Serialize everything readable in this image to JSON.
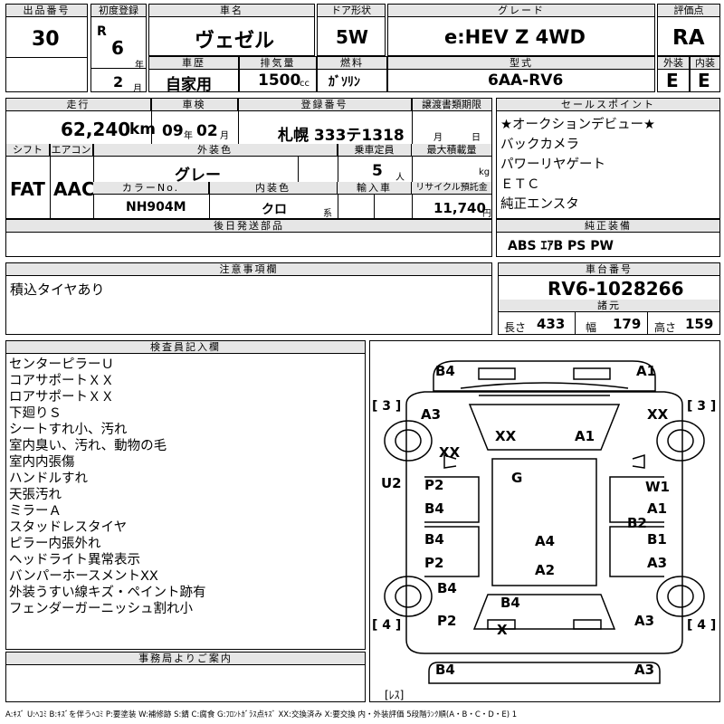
{
  "lot": {
    "label": "出品番号",
    "value": "30"
  },
  "first_reg": {
    "label": "初度登録",
    "era": "R",
    "year": "6",
    "year_unit": "年",
    "month": "2",
    "month_unit": "月"
  },
  "car_name": {
    "label": "車名",
    "value": "ヴェゼル"
  },
  "door": {
    "label": "ドア形状",
    "value": "5W"
  },
  "grade": {
    "label": "グレード",
    "value": "e:HEV Z 4WD"
  },
  "score": {
    "label": "評価点",
    "value": "RA"
  },
  "history": {
    "label": "車歴",
    "value": "自家用"
  },
  "displacement": {
    "label": "排気量",
    "value": "1500",
    "unit": "cc"
  },
  "fuel": {
    "label": "燃料",
    "value": "ｶﾞｿﾘﾝ"
  },
  "model": {
    "label": "型式",
    "value": "6AA-RV6"
  },
  "exterior_grade": {
    "label": "外装",
    "value": "E"
  },
  "interior_grade": {
    "label": "内装",
    "value": "E"
  },
  "mileage": {
    "label": "走行",
    "value": "62,240",
    "unit": "km"
  },
  "inspection": {
    "label": "車検",
    "year": "09",
    "year_unit": "年",
    "month": "02",
    "month_unit": "月"
  },
  "registration": {
    "label": "登録番号",
    "value": "札幌 333テ1318"
  },
  "transfer_deadline": {
    "label": "譲渡書類期限",
    "month_unit": "月",
    "day_unit": "日"
  },
  "shift": {
    "label": "シフト",
    "value": "FAT"
  },
  "aircon": {
    "label": "エアコン",
    "value": "AAC"
  },
  "ext_color": {
    "label": "外装色",
    "value": "グレー"
  },
  "capacity": {
    "label": "乗車定員",
    "value": "5",
    "unit": "人"
  },
  "max_load": {
    "label": "最大積載量",
    "unit": "kg"
  },
  "color_no": {
    "label": "カラーNo.",
    "value": "NH904M"
  },
  "int_color": {
    "label": "内装色",
    "value": "クロ",
    "unit": "系"
  },
  "import": {
    "label": "輸入車"
  },
  "recycle": {
    "label": "リサイクル預託金",
    "value": "11,740",
    "unit": "円"
  },
  "sales_points": {
    "label": "セールスポイント",
    "items": [
      "★オークションデビュー★",
      "バックカメラ",
      "パワーリヤゲート",
      "ＥＴＣ",
      "純正エンスタ"
    ]
  },
  "later_parts": {
    "label": "後日発送部品"
  },
  "genuine": {
    "label": "純正装備",
    "value": "ABS ｴｱB PS PW"
  },
  "notes": {
    "label": "注意事項欄",
    "value": "積込タイヤあり"
  },
  "chassis": {
    "label": "車台番号",
    "value": "RV6-1028266"
  },
  "specs": {
    "label": "諸元",
    "length_label": "長さ",
    "length": "433",
    "width_label": "幅",
    "width": "179",
    "height_label": "高さ",
    "height": "159"
  },
  "inspector": {
    "label": "検査員記入欄",
    "items": [
      "センターピラーＵ",
      "コアサポートＸＸ",
      "ロアサポートＸＸ",
      "下廻りＳ",
      "シートすれ小、汚れ",
      "室内臭い、汚れ、動物の毛",
      "室内内張傷",
      "ハンドルすれ",
      "天張汚れ",
      "ミラーＡ",
      "スタッドレスタイヤ",
      "ピラー内張外れ",
      "ヘッドライト異常表示",
      "バンパーホースメントXX",
      "外装うすい線キズ・ペイント跡有",
      "フェンダーガーニッシュ割れ小"
    ]
  },
  "office": {
    "label": "事務局よりご案内"
  },
  "diagram": {
    "tire_fl": "[ 3 ]",
    "tire_fr": "[ 3 ]",
    "tire_rl": "[ 4 ]",
    "tire_rr": "[ 4 ]",
    "spare": "[ﾚｽ]",
    "marks": {
      "b4_tl": "B4",
      "a1_tr": "A1",
      "a3_l": "A3",
      "xx_l": "XX",
      "xx_c": "XX",
      "a1_c": "A1",
      "xx_r": "XX",
      "u2": "U2",
      "g": "G",
      "w1": "W1",
      "p2_l1": "P2",
      "b4_l1": "B4",
      "a1_r1": "A1",
      "b2": "B2",
      "b4_l2": "B4",
      "b1": "B1",
      "a4": "A4",
      "p2_l2": "P2",
      "a3_r": "A3",
      "a2": "A2",
      "b4_l3": "B4",
      "b4_c": "B4",
      "p2_l3": "P2",
      "x_c": "X",
      "a3_r2": "A3",
      "b4_bl": "B4",
      "a3_br": "A3"
    }
  },
  "legend": "A:ｷｽﾞ  U:ﾍｺﾐ  B:ｷｽﾞを伴うﾍｺﾐ  P:要塗装  W:補修跡  S:錆  C:腐食  G:ﾌﾛﾝﾄｶﾞﾗｽ点ｷｽﾞ  XX:交換済み  X:要交換   内・外装評価  5段階ﾗﾝｸ順(A・B・C・D・E)  1"
}
